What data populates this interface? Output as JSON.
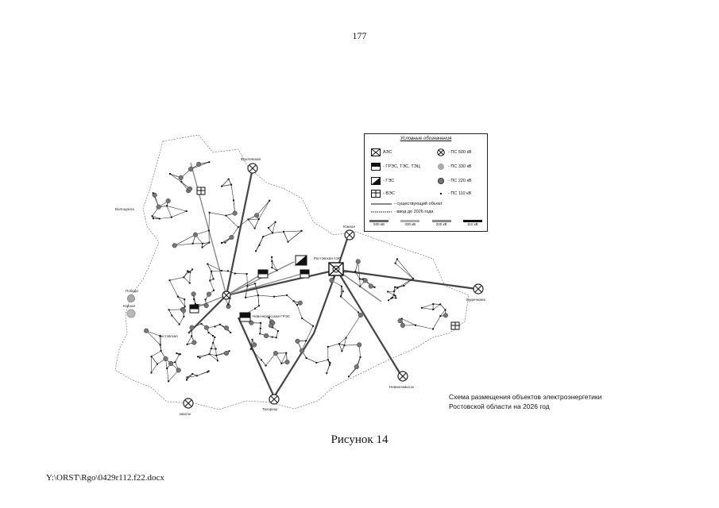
{
  "page": {
    "number": "177",
    "figure_caption": "Рисунок 14",
    "footer_path": "Y:\\ORST\\Rgo\\0429r112.f22.docx"
  },
  "map": {
    "caption_line1": "Схема размещения объектов электроэнергетики",
    "caption_line2": "Ростовской области на 2026 год",
    "legend": {
      "title": "Условные обозначения",
      "items": {
        "aes": "АЭС",
        "gres": "- ГРЭС, ТЭС, ТЭЦ",
        "ges": "- ГЭС",
        "ves": "- ВЭС",
        "ps500": "- ПС 500 кВ",
        "ps330": "- ПС 330 кВ",
        "ps220": "- ПС 220 кВ",
        "ps110": "- ПС 110 кВ",
        "existing": "- существующий объект",
        "planned": "- ввод до 2026 года"
      },
      "voltages": [
        "500 кВ",
        "330 кВ",
        "220 кВ",
        "110 кВ"
      ]
    },
    "places": {
      "frolovskaya": "Фроловская",
      "yuzhnaya": "Южная",
      "budennovsk": "Буденновск",
      "nevinnomyssk": "Невинномысск",
      "tikhoretsk": "Тихорецк",
      "shakhty": "Шахты",
      "rostovskaya": "Ростовская",
      "rostovskaya_aes": "Ростовская АЭС",
      "novocherkasskaya_gres": "Новочеркасская ГРЭС",
      "pobeda": "Победа",
      "yuzhnaya_west": "Южная",
      "volgodonsk": "Волгодонск"
    }
  }
}
